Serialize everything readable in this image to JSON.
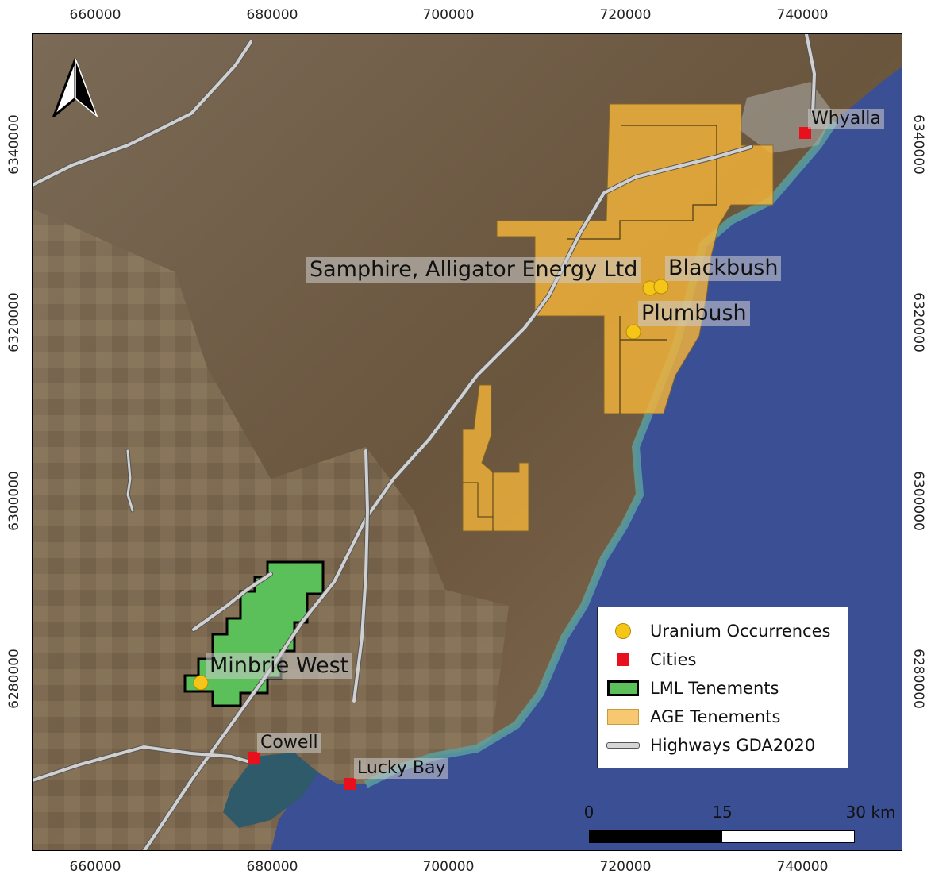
{
  "axes": {
    "x_ticks": [
      "660000",
      "680000",
      "700000",
      "720000",
      "740000"
    ],
    "y_ticks": [
      "6340000",
      "6320000",
      "6300000",
      "6280000"
    ]
  },
  "places": {
    "whyalla": "Whyalla",
    "samphire": "Samphire, Alligator Energy Ltd",
    "blackbush": "Blackbush",
    "plumbush": "Plumbush",
    "minbrie_west": "Minbrie West",
    "cowell": "Cowell",
    "lucky_bay": "Lucky Bay"
  },
  "legend": {
    "uranium": "Uranium Occurrences",
    "cities": "Cities",
    "lml": "LML Tenements",
    "age": "AGE Tenements",
    "highways": "Highways GDA2020"
  },
  "scale": {
    "zero": "0",
    "mid": "15",
    "end": "30 km"
  },
  "colors": {
    "land": "#6b5a44",
    "sea": "#3b4f94",
    "lml": "#5bbf5a",
    "age": "#f4b43a",
    "uranium": "#f5c518",
    "city": "#e8101c",
    "highway": "#d0d0d0"
  }
}
